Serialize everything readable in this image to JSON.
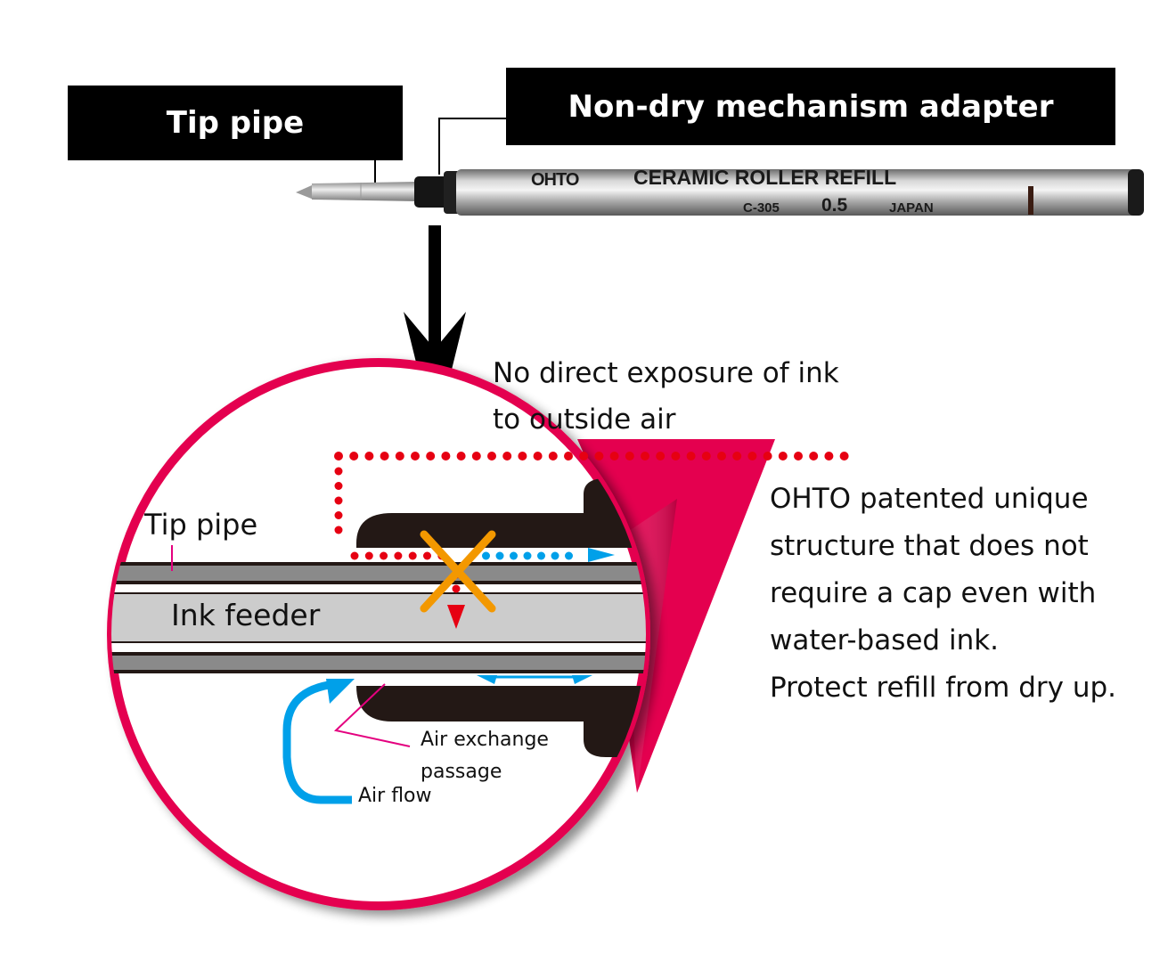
{
  "labels": {
    "tip_pipe_box": "Tip pipe",
    "adapter_box": "Non-dry mechanism adapter"
  },
  "refill": {
    "brand": "OHTO",
    "name": "CERAMIC ROLLER REFILL",
    "model": "C-305",
    "size": "0.5",
    "origin": "JAPAN"
  },
  "callout": {
    "exposure_line1": "No direct exposure of ink",
    "exposure_line2": "to outside air"
  },
  "detail": {
    "tip_pipe": "Tip pipe",
    "ink_feeder": "Ink feeder",
    "air_exchange_line1": "Air exchange",
    "air_exchange_line2": "passage",
    "air_flow": "Air flow"
  },
  "description": {
    "lines": [
      "OHTO patented unique",
      "structure that does not",
      "require a cap even with",
      "water-based ink.",
      "Protect refill from dry up."
    ]
  },
  "colors": {
    "magenta": "#e4004f",
    "red_dots": "#e60012",
    "blue": "#00a0e9",
    "orange": "#f39800",
    "dark": "#231815",
    "pipe_gray": "#8a8a8a",
    "feeder_gray": "#cccccc"
  }
}
